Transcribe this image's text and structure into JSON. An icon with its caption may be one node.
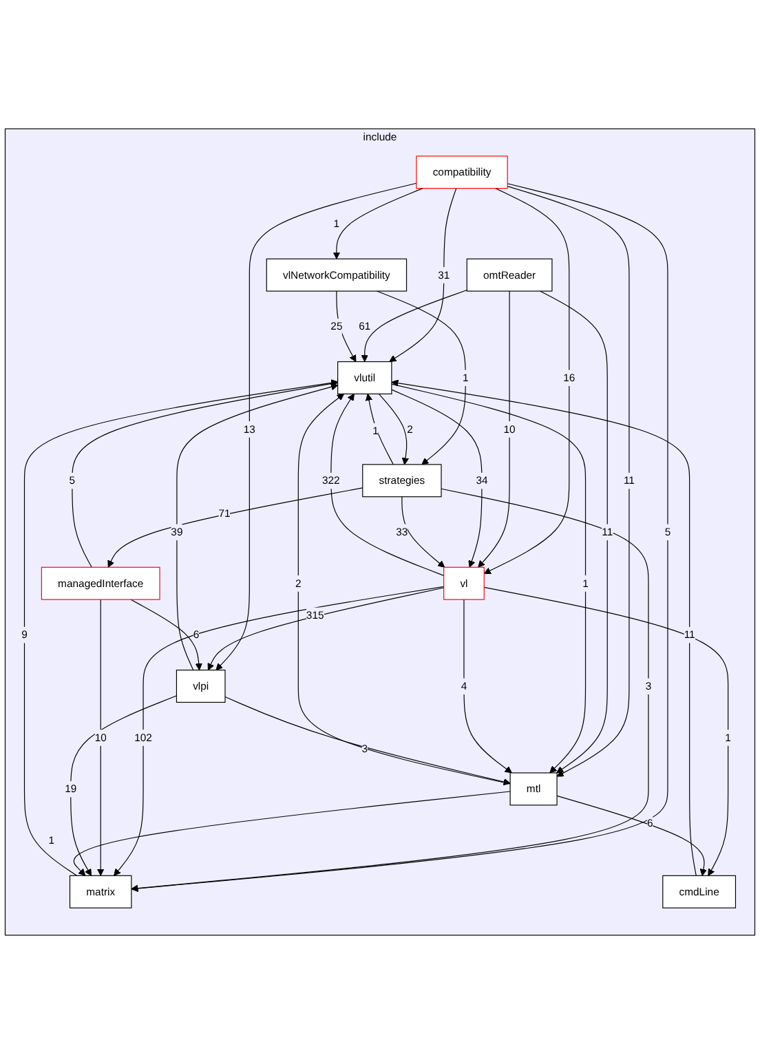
{
  "diagram": {
    "nodes": [
      {
        "text": [
          "include"
        ]
      },
      {
        "text": [
          "compatibility"
        ],
        "in": 0
      },
      {
        "text": [
          "cmdLine"
        ],
        "in": 0
      },
      {
        "text": [
          "omtReader"
        ],
        "in": 0
      },
      {
        "text": [
          "vlNetworkCompatibility"
        ],
        "in": 0
      },
      {
        "text": [
          "vlutil"
        ],
        "in": 0
      },
      {
        "text": [
          "strategies"
        ],
        "in": 0
      },
      {
        "text": [
          "vl"
        ],
        "in": 0
      },
      {
        "text": [
          "managedInterface"
        ],
        "in": 0
      },
      {
        "text": [
          "vlpi"
        ],
        "in": 0
      },
      {
        "text": [
          "mtl"
        ],
        "in": 0
      },
      {
        "text": [
          "matrix"
        ],
        "in": 0
      }
    ],
    "edges": [
      {
        "from": 1,
        "to": 4,
        "arrow": "to",
        "label": "1"
      },
      {
        "from": 1,
        "to": 5,
        "arrow": "to",
        "label": "31"
      },
      {
        "from": 1,
        "to": 7,
        "arrow": "to",
        "label": "16"
      },
      {
        "from": 1,
        "to": 10,
        "arrow": "to",
        "label": "11"
      },
      {
        "from": 1,
        "to": 9,
        "arrow": "to",
        "label": "13"
      },
      {
        "from": 1,
        "to": 11,
        "arrow": "to",
        "label": "5"
      },
      {
        "from": 2,
        "to": 5,
        "arrow": "to",
        "label": "11"
      },
      {
        "from": 3,
        "to": 5,
        "arrow": "to",
        "label": "61"
      },
      {
        "from": 3,
        "to": 7,
        "arrow": "to",
        "label": "10"
      },
      {
        "from": 3,
        "to": 10,
        "arrow": "to",
        "label": "11"
      },
      {
        "from": 4,
        "to": 5,
        "arrow": "to",
        "label": "25"
      },
      {
        "from": 4,
        "to": 6,
        "arrow": "to",
        "label": "1"
      },
      {
        "from": 5,
        "to": 6,
        "arrow": "to",
        "label": "2"
      },
      {
        "from": 5,
        "to": 7,
        "arrow": "to",
        "label": "34"
      },
      {
        "from": 5,
        "to": 10,
        "arrow": "to",
        "label": "1"
      },
      {
        "from": 6,
        "to": 5,
        "arrow": "to",
        "label": "1"
      },
      {
        "from": 6,
        "to": 7,
        "arrow": "to",
        "label": "33"
      },
      {
        "from": 6,
        "to": 8,
        "arrow": "to",
        "label": "71"
      },
      {
        "from": 6,
        "to": 11,
        "arrow": "to",
        "label": "3"
      },
      {
        "from": 7,
        "to": 5,
        "arrow": "to",
        "label": "322"
      },
      {
        "from": 7,
        "to": 2,
        "arrow": "to",
        "label": "1"
      },
      {
        "from": 7,
        "to": 9,
        "arrow": "to",
        "label": "315"
      },
      {
        "from": 7,
        "to": 10,
        "arrow": "to",
        "label": "4"
      },
      {
        "from": 7,
        "to": 11,
        "arrow": "to",
        "label": "102"
      },
      {
        "from": 8,
        "to": 5,
        "arrow": "to",
        "label": "5"
      },
      {
        "from": 8,
        "to": 9,
        "arrow": "to",
        "label": "6"
      },
      {
        "from": 8,
        "to": 11,
        "arrow": "to",
        "label": "10"
      },
      {
        "from": 9,
        "to": 5,
        "arrow": "to",
        "label": "39"
      },
      {
        "from": 9,
        "to": 10,
        "arrow": "to",
        "label": "3"
      },
      {
        "from": 9,
        "to": 11,
        "arrow": "to",
        "label": "19"
      },
      {
        "from": 10,
        "to": 2,
        "arrow": "to",
        "label": "6"
      },
      {
        "from": 10,
        "to": 5,
        "arrow": "to",
        "label": "2"
      },
      {
        "from": 10,
        "to": 11,
        "arrow": "to",
        "label": "1"
      },
      {
        "from": 11,
        "to": 5,
        "arrow": "to",
        "label": "9"
      }
    ]
  }
}
